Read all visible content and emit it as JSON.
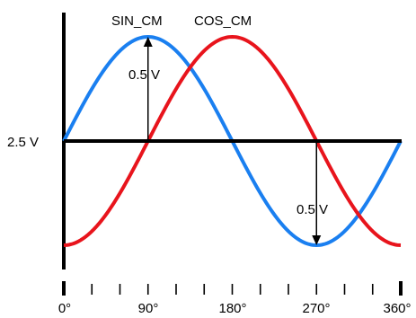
{
  "chart_data": {
    "type": "line",
    "x": [
      0,
      90,
      180,
      270,
      360
    ],
    "x_unit": "°",
    "xlim": [
      0,
      360
    ],
    "baseline_label": "2.5 V",
    "series": [
      {
        "name": "SIN_CM",
        "color": "#1a7ff0",
        "function": "sin",
        "offset": 0,
        "amplitude": 1
      },
      {
        "name": "COS_CM",
        "color": "#e8141c",
        "function": "cos",
        "offset": 0,
        "amplitude": -1
      }
    ],
    "x_tick_labels": [
      "0°",
      "90°",
      "180°",
      "270°",
      "360°"
    ],
    "x_minor_ticks": [
      0,
      30,
      60,
      90,
      120,
      150,
      180,
      210,
      240,
      270,
      300,
      330,
      360
    ],
    "annotations": [
      {
        "label": "0.5 V",
        "x": 90,
        "from": 0,
        "to": 1
      },
      {
        "label": "0.5 V",
        "x": 270,
        "from": 0,
        "to": -1
      }
    ],
    "axis_color": "#000000"
  }
}
